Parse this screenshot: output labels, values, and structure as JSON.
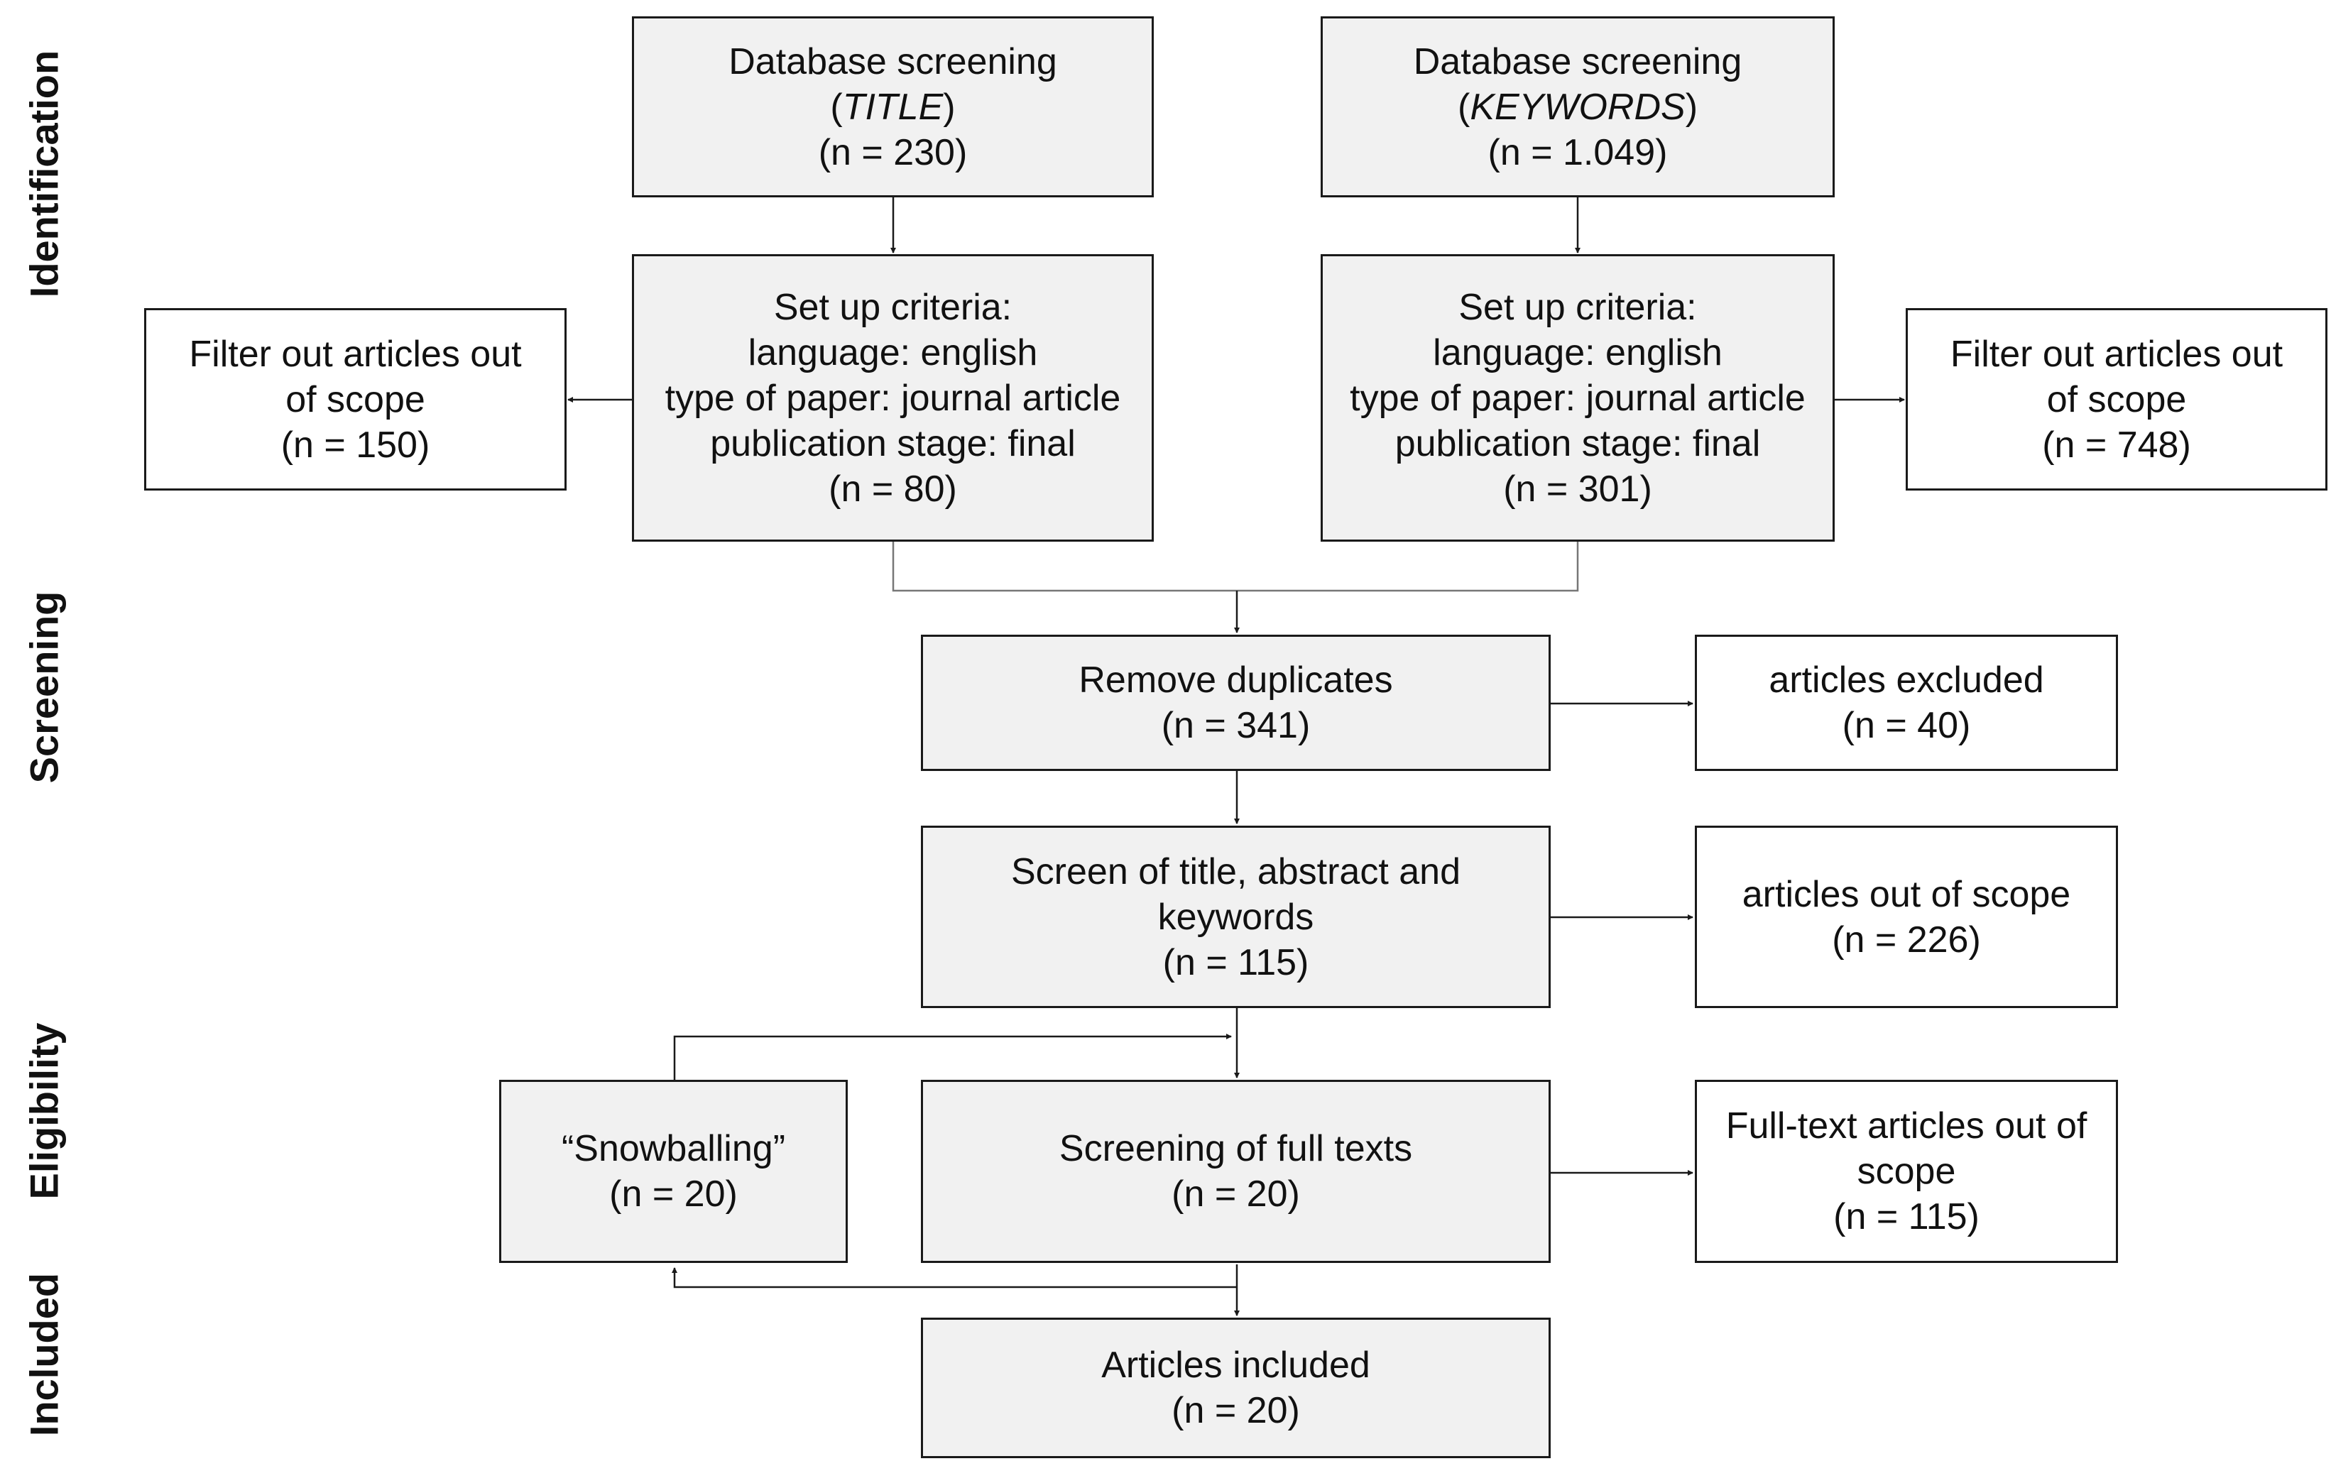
{
  "stages": [
    "Identification",
    "Screening",
    "Eligibility",
    "Included"
  ],
  "boxes": {
    "db_title": {
      "line1": "Database screening",
      "paren_open": "(",
      "term": "TITLE",
      "paren_close": ")",
      "count": "(n = 230)"
    },
    "db_keywords": {
      "line1": "Database screening",
      "paren_open": "(",
      "term": "KEYWORDS",
      "paren_close": ")",
      "count": "(n = 1.049)"
    },
    "criteria_left": {
      "lines": [
        "Set up criteria:",
        "language: english",
        "type of paper: journal article",
        "publication stage: final"
      ],
      "count": "(n = 80)"
    },
    "criteria_right": {
      "lines": [
        "Set up criteria:",
        "language: english",
        "type of paper: journal article",
        "publication stage: final"
      ],
      "count": "(n = 301)"
    },
    "filter_left": {
      "lines": [
        "Filter out articles out",
        "of scope"
      ],
      "count": "(n = 150)"
    },
    "filter_right": {
      "lines": [
        "Filter out articles out",
        "of scope"
      ],
      "count": "(n = 748)"
    },
    "remove_duplicates": {
      "lines": [
        "Remove duplicates"
      ],
      "count": "(n = 341)"
    },
    "excluded": {
      "lines": [
        "articles excluded"
      ],
      "count": "(n = 40)"
    },
    "screen_title": {
      "lines": [
        "Screen of title, abstract and",
        "keywords"
      ],
      "count": "(n = 115)"
    },
    "out_of_scope": {
      "lines": [
        "articles out of scope"
      ],
      "count": "(n = 226)"
    },
    "snowballing": {
      "lines": [
        "“Snowballing”"
      ],
      "count": "(n = 20)"
    },
    "full_texts": {
      "lines": [
        "Screening of full texts"
      ],
      "count": "(n = 20)"
    },
    "fulltext_out": {
      "lines": [
        "Full-text articles out of",
        "scope"
      ],
      "count": "(n = 115)"
    },
    "included": {
      "lines": [
        "Articles included"
      ],
      "count": "(n = 20)"
    }
  },
  "colors": {
    "box_fill": "#f1f1f1",
    "box_border": "#1a1a1a",
    "connector": "#666666"
  }
}
